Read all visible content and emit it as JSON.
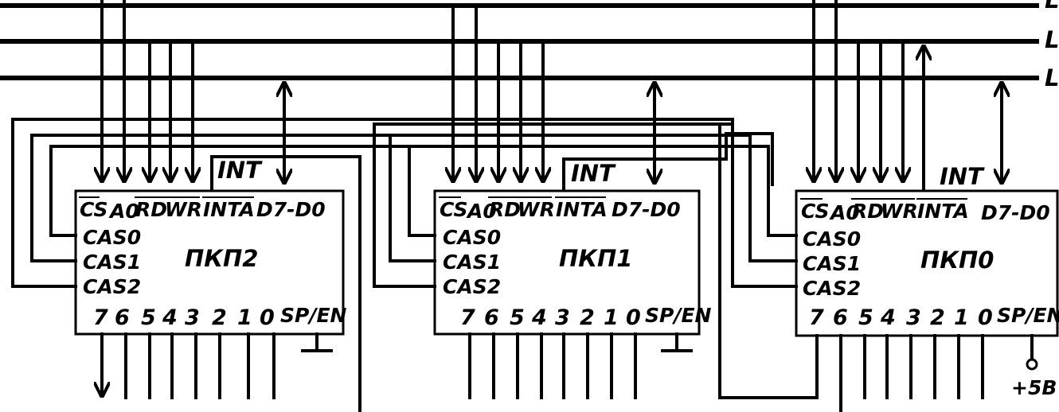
{
  "bus_labels": [
    "L",
    "L",
    "L"
  ],
  "supply_label": "+5B",
  "chips": [
    {
      "name": "ПКП2",
      "int_label": "INT",
      "top_pins": [
        "CS",
        "A0",
        "RD",
        "WR",
        "INTA",
        "D7-D0"
      ],
      "cas_pins": [
        "CAS0",
        "CAS1",
        "CAS2"
      ],
      "ir_pins": [
        "7",
        "6",
        "5",
        "4",
        "3",
        "2",
        "1",
        "0"
      ],
      "sp_en": "SP/EN"
    },
    {
      "name": "ПКП1",
      "int_label": "INT",
      "top_pins": [
        "CS",
        "A0",
        "RD",
        "WR",
        "INTA",
        "D7-D0"
      ],
      "cas_pins": [
        "CAS0",
        "CAS1",
        "CAS2"
      ],
      "ir_pins": [
        "7",
        "6",
        "5",
        "4",
        "3",
        "2",
        "1",
        "0"
      ],
      "sp_en": "SP/EN"
    },
    {
      "name": "ПКП0",
      "int_label": "INT",
      "top_pins": [
        "CS",
        "A0",
        "RD",
        "WR",
        "INTA",
        "D7-D0"
      ],
      "cas_pins": [
        "CAS0",
        "CAS1",
        "CAS2"
      ],
      "ir_pins": [
        "7",
        "6",
        "5",
        "4",
        "3",
        "2",
        "1",
        "0"
      ],
      "sp_en": "SP/EN"
    }
  ]
}
